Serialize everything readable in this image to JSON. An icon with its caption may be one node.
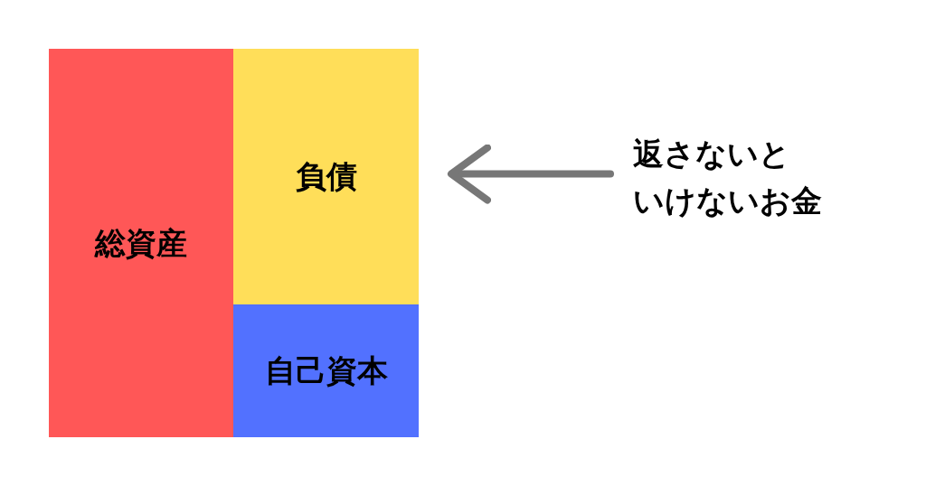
{
  "diagram": {
    "nodes": [
      {
        "text": [
          "総資産"
        ]
      },
      {
        "text": [
          "負債"
        ]
      },
      {
        "text": [
          "自己資本"
        ]
      },
      {
        "text": [
          "返さないといけないお金"
        ]
      }
    ],
    "edges": [
      {
        "from": 3,
        "to": 1,
        "arrow": "to"
      }
    ]
  }
}
